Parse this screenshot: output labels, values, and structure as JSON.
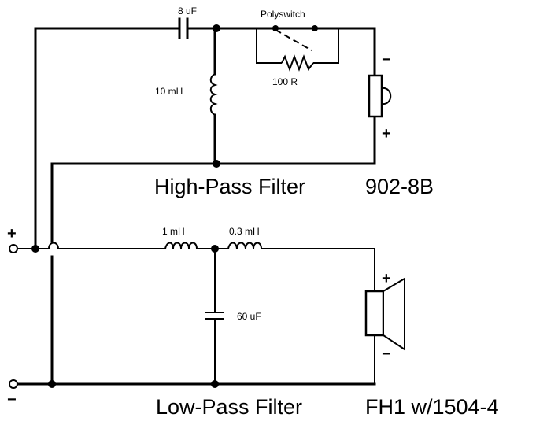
{
  "labels": {
    "hp_cap": "8 uF",
    "polyswitch": "Polyswitch",
    "hp_inductor": "10 mH",
    "resistor": "100 R",
    "hp_title": "High-Pass Filter",
    "tweeter_model": "902-8B",
    "lp_ind1": "1 mH",
    "lp_ind2": "0.3 mH",
    "lp_cap": "60 uF",
    "lp_title": "Low-Pass Filter",
    "woofer_model": "FH1 w/1504-4"
  },
  "signs": {
    "input_plus": "+",
    "input_minus": "−",
    "tweeter_minus": "−",
    "tweeter_plus": "+",
    "woofer_plus": "+",
    "woofer_minus": "−"
  }
}
